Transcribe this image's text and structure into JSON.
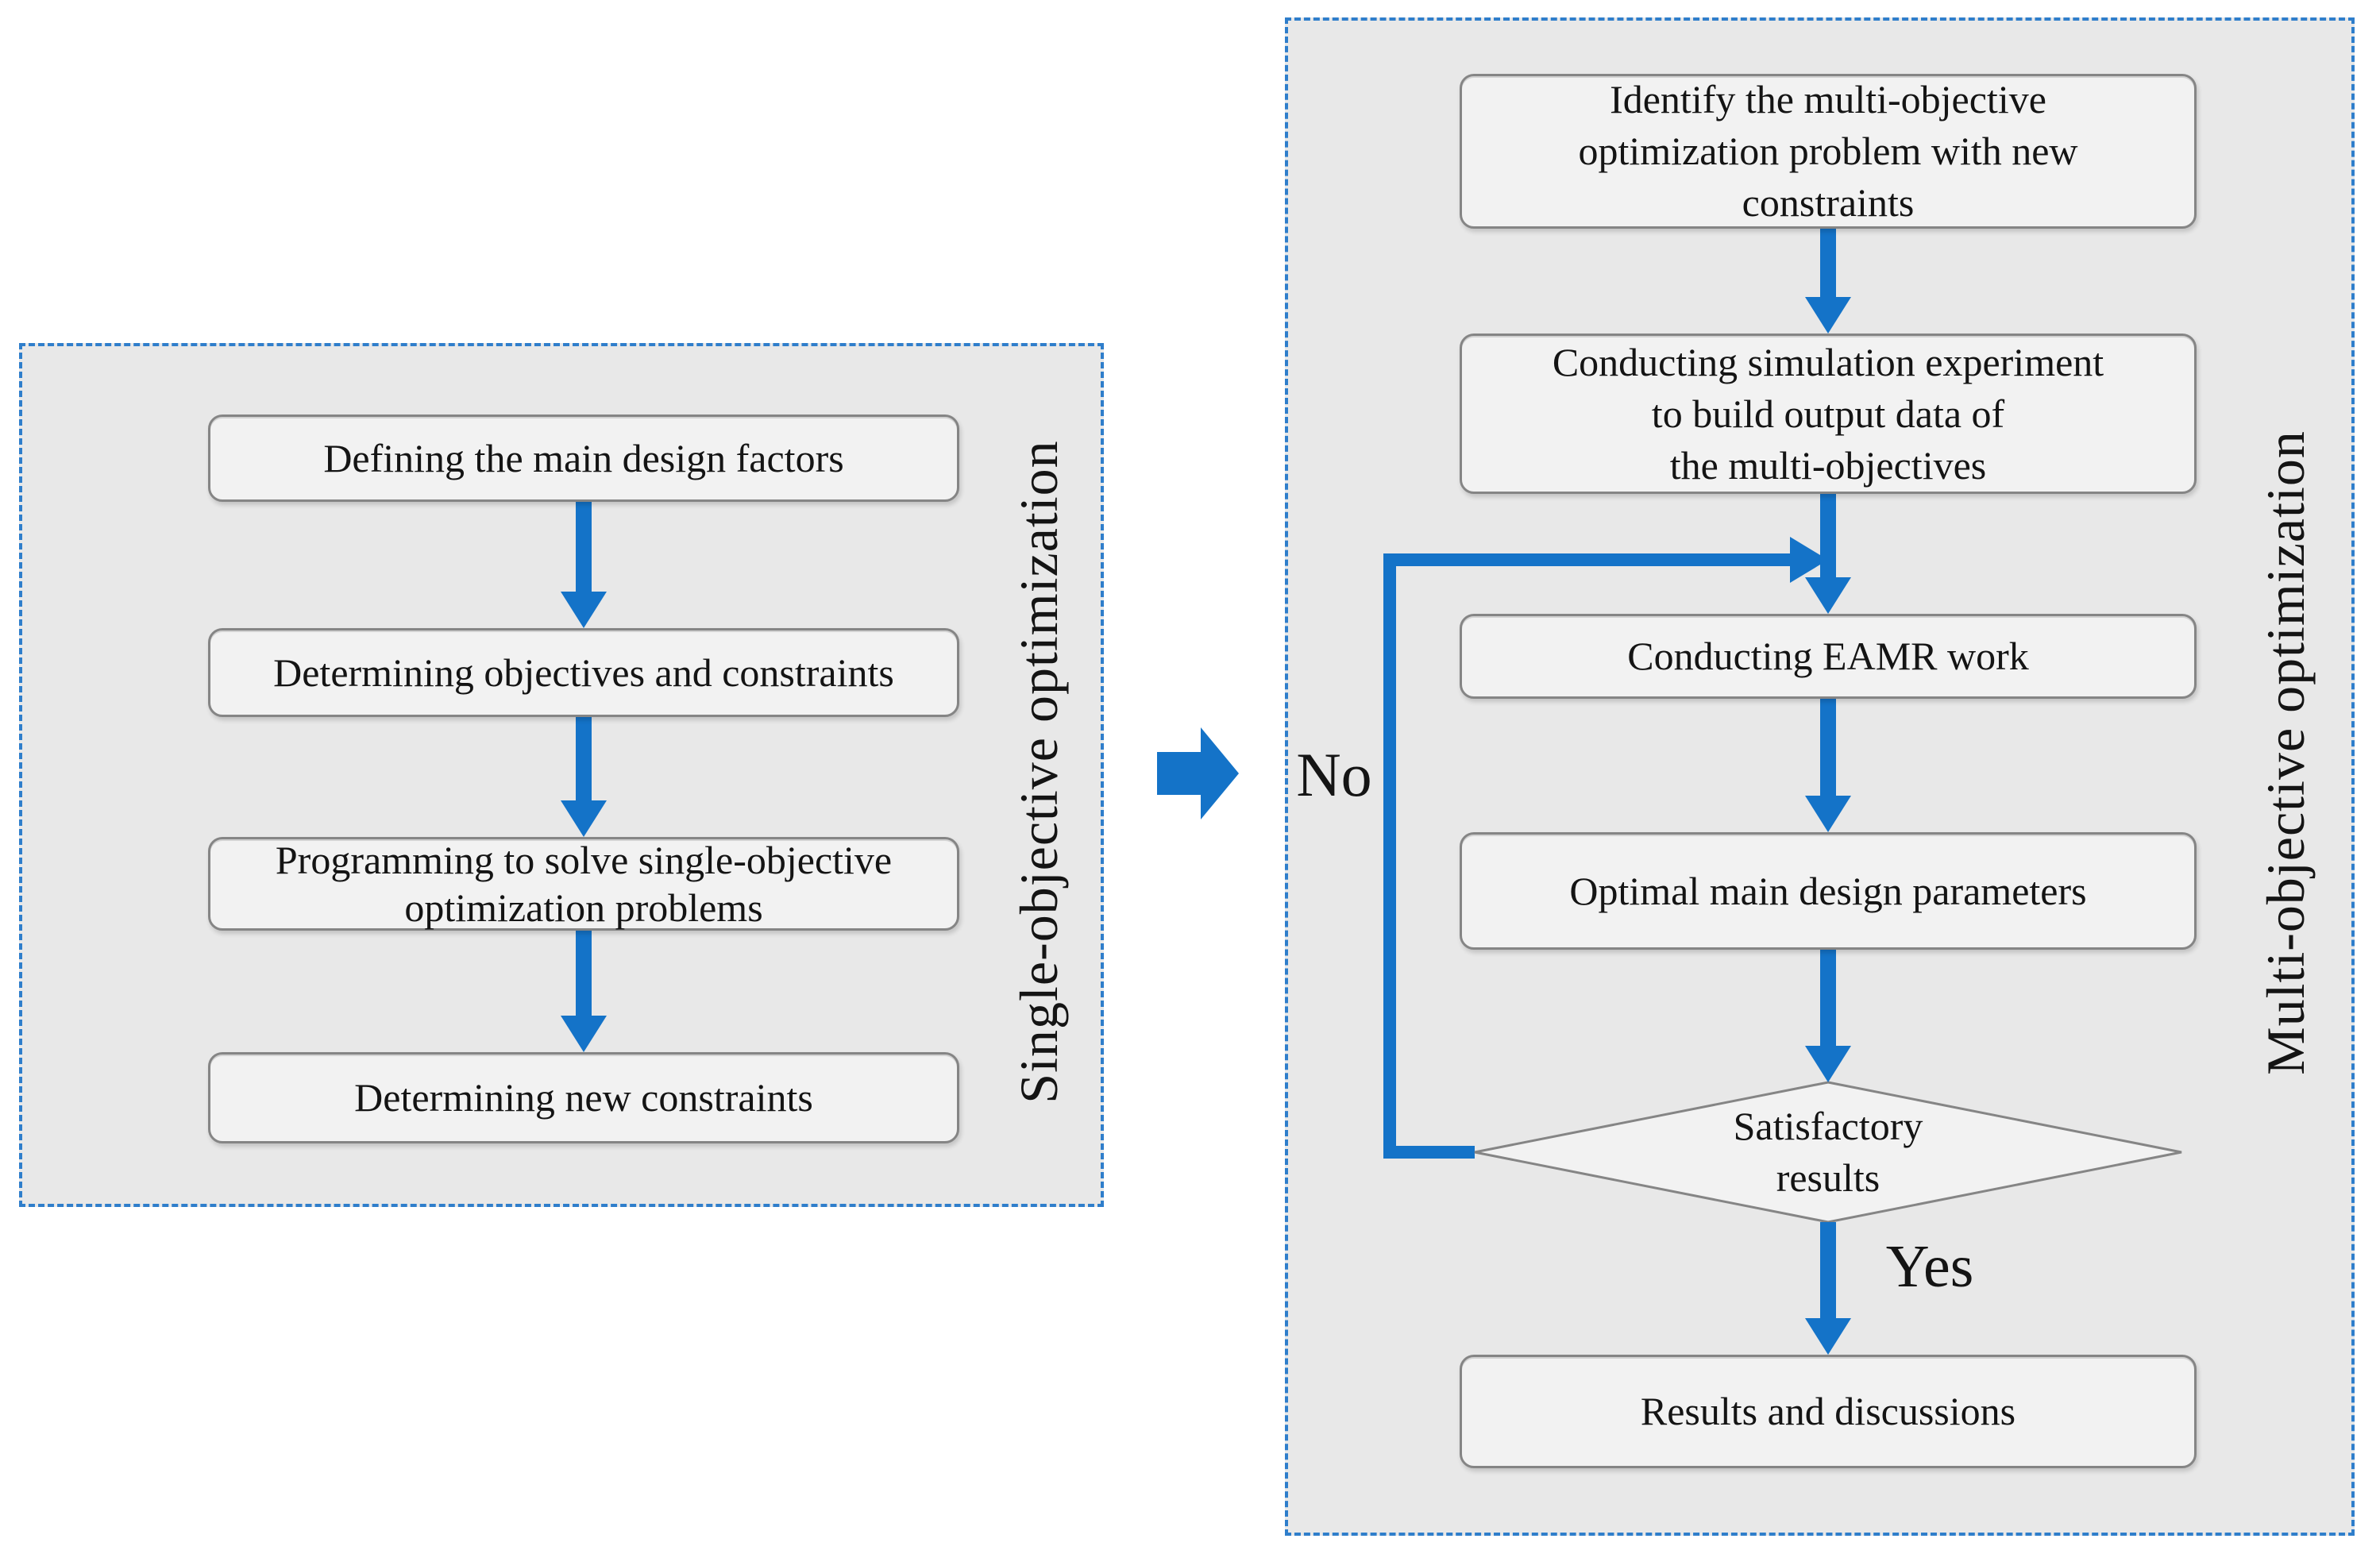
{
  "colors": {
    "arrow_blue": "#1473c8",
    "panel_border_blue": "#2f7ecb",
    "panel_bg": "#e8e8e8",
    "box_bg": "#f2f2f2",
    "box_border": "#858585",
    "text": "#141414"
  },
  "single_objective": {
    "side_label": "Single-objective optimization",
    "steps": [
      "Defining the main design factors",
      "Determining objectives and constraints",
      "Programming to solve single-objective\noptimization problems",
      "Determining new constraints"
    ]
  },
  "multi_objective": {
    "side_label": "Multi-objective optimization",
    "steps": [
      "Identify the multi-objective\noptimization problem with new\nconstraints",
      "Conducting simulation experiment\nto build output data of\nthe multi-objectives",
      "Conducting EAMR work",
      "Optimal main design parameters"
    ],
    "decision_label": "Satisfactory\nresults",
    "final_step": "Results and discussions",
    "no_label": "No",
    "yes_label": "Yes"
  }
}
